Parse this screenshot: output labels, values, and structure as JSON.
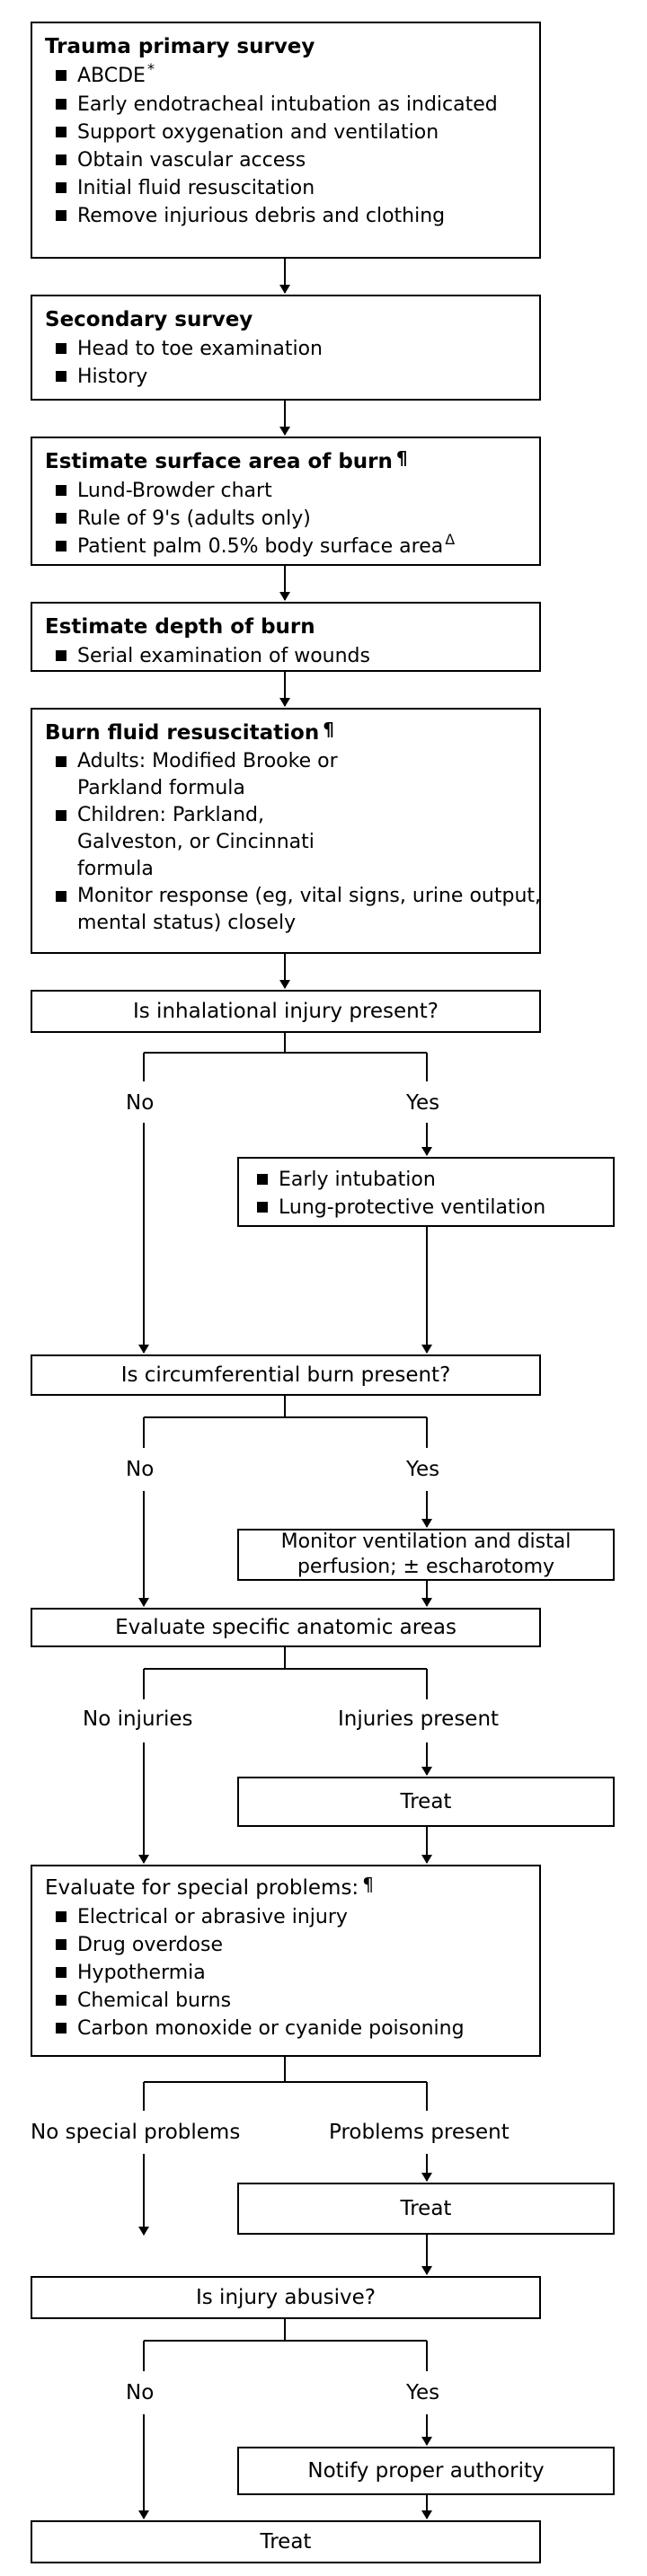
{
  "primary": {
    "title": "Trauma primary survey",
    "items": [
      "ABCDE",
      "Early endotracheal intubation as indicated",
      "Support oxygenation and ventilation",
      "Obtain vascular access",
      "Initial fluid resuscitation",
      "Remove injurious debris and clothing"
    ],
    "abcde_mark": "*"
  },
  "secondary": {
    "title": "Secondary survey",
    "items": [
      "Head to toe examination",
      "History"
    ]
  },
  "surface": {
    "title": "Estimate surface area of burn",
    "title_mark": "¶",
    "items": [
      "Lund-Browder chart",
      "Rule of 9's (adults only)",
      "Patient palm 0.5% body surface area"
    ],
    "palm_mark": "Δ"
  },
  "depth": {
    "title": "Estimate depth of burn",
    "items": [
      "Serial examination of wounds"
    ]
  },
  "fluid": {
    "title": "Burn fluid resuscitation",
    "title_mark": "¶",
    "items": [
      "Adults: Modified Brooke or Parkland formula",
      "Children: Parkland, Galveston, or Cincinnati formula",
      "Monitor response (eg, vital signs, urine output, mental status) closely"
    ]
  },
  "inhalation": {
    "question": "Is inhalational injury present?",
    "no": "No",
    "yes": "Yes",
    "actions": [
      "Early intubation",
      "Lung-protective ventilation"
    ]
  },
  "circumferential": {
    "question": "Is circumferential burn present?",
    "no": "No",
    "yes": "Yes",
    "action": "Monitor ventilation and distal perfusion; ± escharotomy"
  },
  "anatomic": {
    "question": "Evaluate specific anatomic areas",
    "no": "No injuries",
    "yes": "Injuries present",
    "action": "Treat"
  },
  "special": {
    "title": "Evaluate for special problems:",
    "title_mark": "¶",
    "items": [
      "Electrical or abrasive injury",
      "Drug overdose",
      "Hypothermia",
      "Chemical burns",
      "Carbon monoxide or cyanide poisoning"
    ],
    "no": "No special problems",
    "yes": "Problems present",
    "action": "Treat"
  },
  "abuse": {
    "question": "Is injury abusive?",
    "no": "No",
    "yes": "Yes",
    "action": "Notify proper authority"
  },
  "final": {
    "label": "Treat"
  }
}
